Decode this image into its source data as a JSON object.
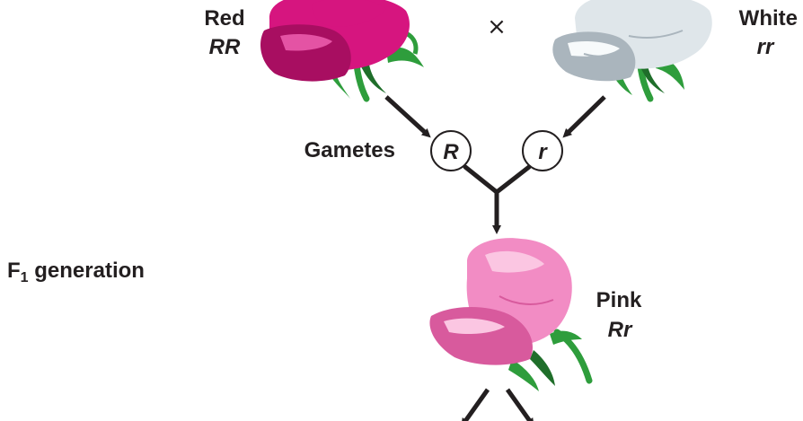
{
  "parents": {
    "left": {
      "phenotype": "Red",
      "genotype": "RR",
      "petal_color": "#d6157f",
      "petal_shade": "#a80e61",
      "petal_light": "#ee5fb0"
    },
    "cross_symbol": "×",
    "right": {
      "phenotype": "White",
      "genotype": "rr",
      "petal_color": "#dfe6ea",
      "petal_shade": "#aab5bd",
      "petal_light": "#f7fafb"
    }
  },
  "gametes": {
    "label": "Gametes",
    "alleles": [
      "R",
      "r"
    ]
  },
  "f1": {
    "label_main": "F",
    "label_sub": "1",
    "label_rest": " generation",
    "offspring": {
      "phenotype": "Pink",
      "genotype": "Rr",
      "petal_color": "#f28cc4",
      "petal_shade": "#d85a9d",
      "petal_light": "#fbc6e2"
    }
  },
  "colors": {
    "text": "#231f20",
    "arrow": "#231f20",
    "stem": "#2e9d3c",
    "stem_dark": "#1f6e2a"
  }
}
